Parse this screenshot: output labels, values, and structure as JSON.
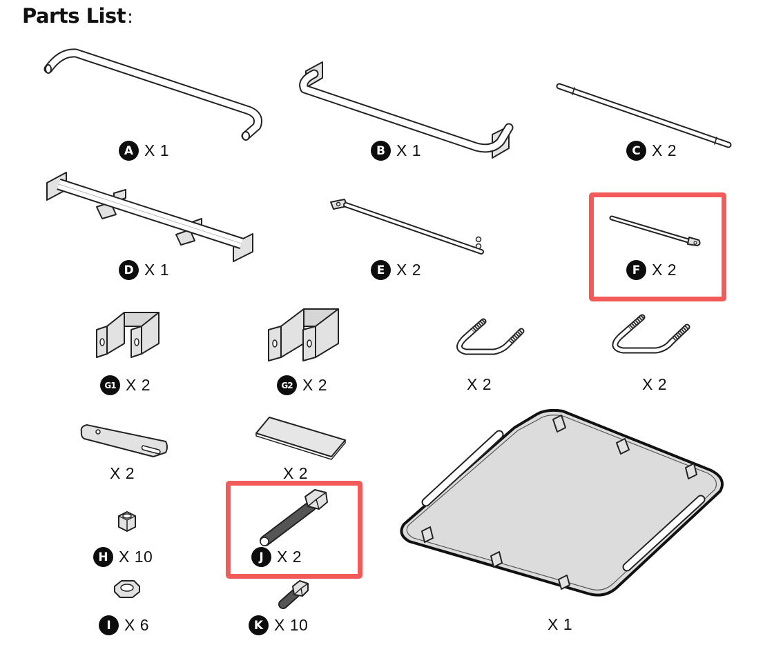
{
  "title": "Parts List",
  "title_colon": ":",
  "parts": {
    "A": {
      "letter": "A",
      "qty": "X 1"
    },
    "B": {
      "letter": "B",
      "qty": "X 1"
    },
    "C": {
      "letter": "C",
      "qty": "X 2"
    },
    "D": {
      "letter": "D",
      "qty": "X 1"
    },
    "E": {
      "letter": "E",
      "qty": "X 2"
    },
    "F": {
      "letter": "F",
      "qty": "X 2"
    },
    "G1": {
      "letter": "G1",
      "qty": "X 2"
    },
    "G2": {
      "letter": "G2",
      "qty": "X 2"
    },
    "ubolt1": {
      "qty": "X 2"
    },
    "ubolt2": {
      "qty": "X 2"
    },
    "plate1": {
      "qty": "X 2"
    },
    "plate2": {
      "qty": "X 2"
    },
    "H": {
      "letter": "H",
      "qty": "X 10"
    },
    "I": {
      "letter": "I",
      "qty": "X 6"
    },
    "J": {
      "letter": "J",
      "qty": "X 2"
    },
    "K": {
      "letter": "K",
      "qty": "X 10"
    },
    "panel": {
      "qty": "X 1"
    }
  },
  "highlight_color": "#f35a5a"
}
